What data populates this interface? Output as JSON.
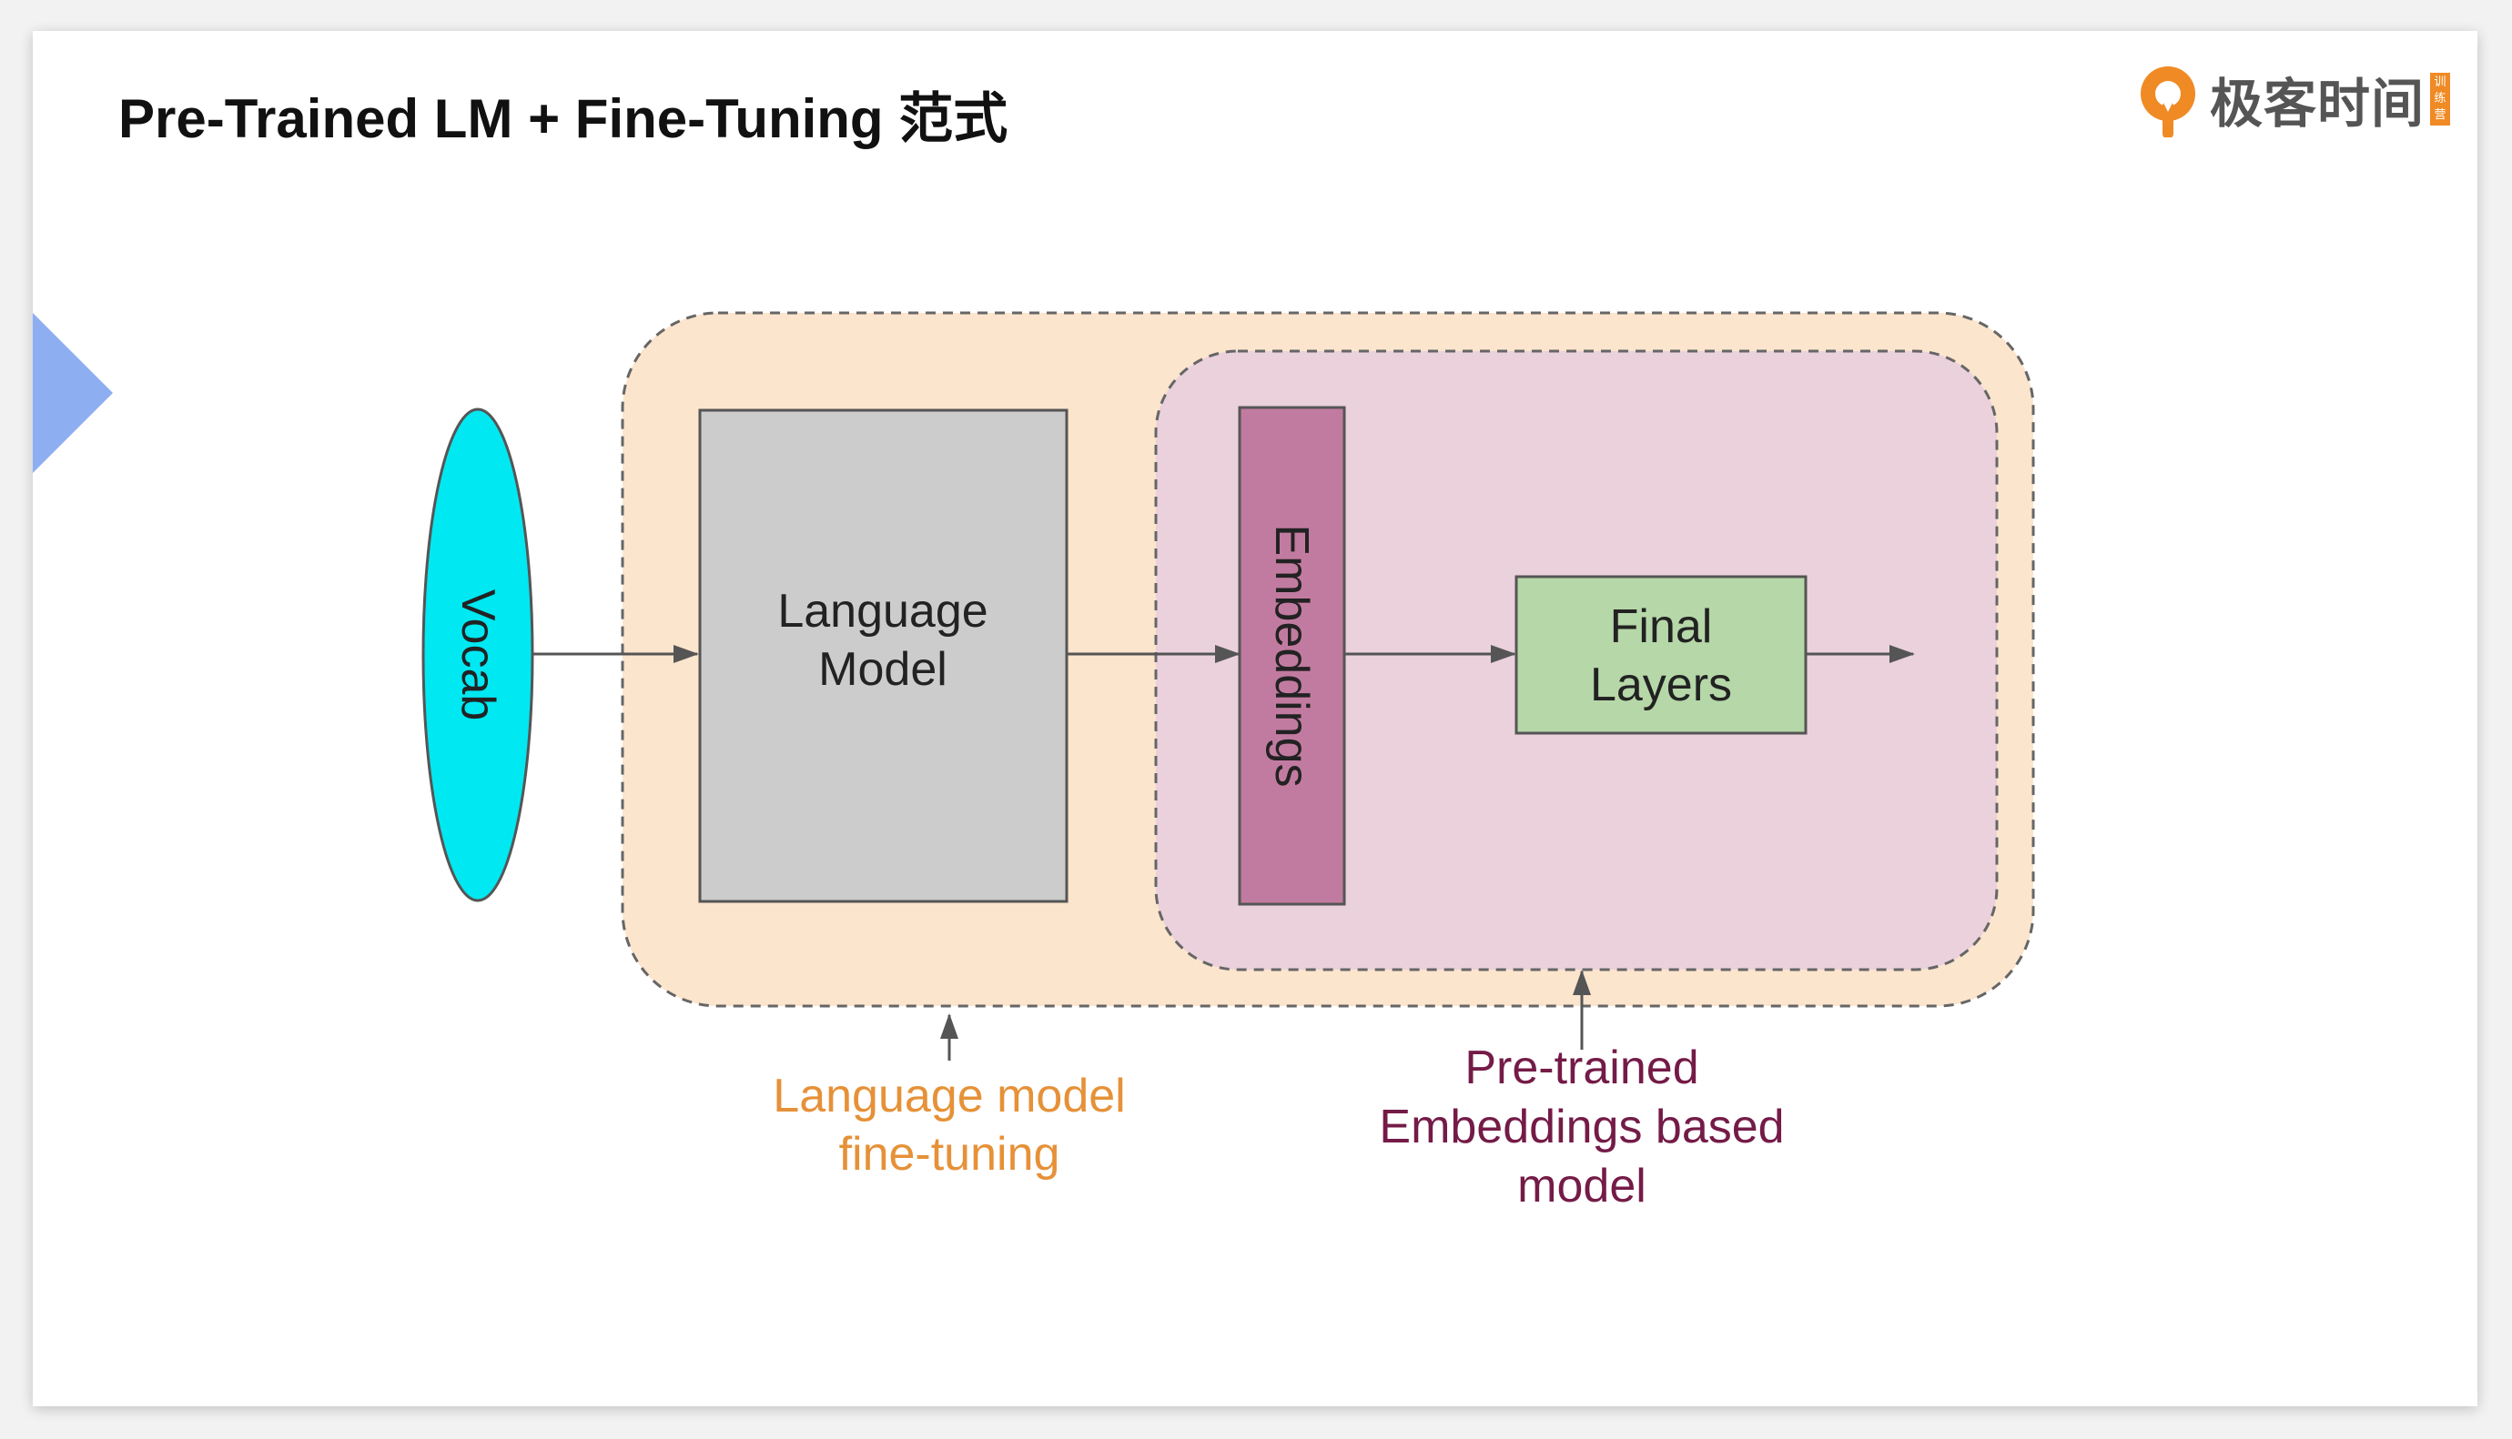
{
  "slide": {
    "title": "Pre-Trained LM + Fine-Tuning 范式"
  },
  "brand": {
    "name": "极客时间",
    "tag": "训练营",
    "accent": "#f08a24",
    "icon": "geektime-logo-icon"
  },
  "diagram": {
    "nodes": {
      "vocab": "Vocab",
      "language_model_line1": "Language",
      "language_model_line2": "Model",
      "embeddings": "Embeddings",
      "final_layers_line1": "Final",
      "final_layers_line2": "Layers"
    },
    "annotations": {
      "lm_finetuning_line1": "Language model",
      "lm_finetuning_line2": "fine-tuning",
      "pretrained_line1": "Pre-trained",
      "pretrained_line2": "Embeddings based",
      "pretrained_line3": "model"
    },
    "colors": {
      "vocab": "#00e8f2",
      "language_model": "#cccccc",
      "embeddings": "#c27ba0",
      "final_layers": "#b6d7a8",
      "outer_region": "#fce5cd",
      "inner_region": "#ead1dc",
      "lm_finetuning_text": "#e69138",
      "pretrained_text": "#741b47",
      "side_marker": "#8eaef2"
    }
  }
}
